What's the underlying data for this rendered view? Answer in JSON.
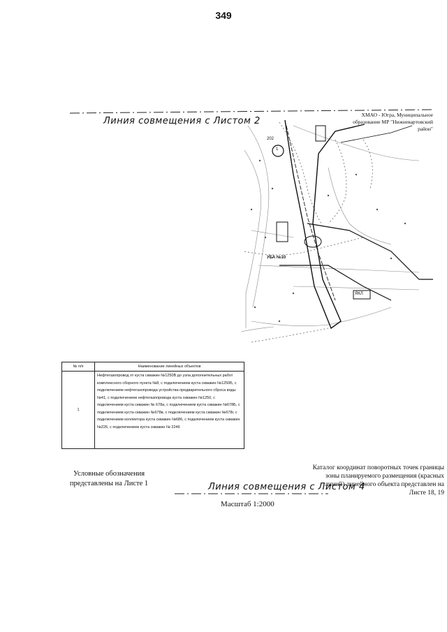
{
  "page_number": "349",
  "match_line_top": "Линия совмещения с Листом 2",
  "match_line_bottom": "Линия совмещения с Листом 4",
  "scale": "Масштаб 1:2000",
  "legend_note": "Условные обозначения представлены на Листе 1",
  "catalog_note": "Каталог координат поворотных точек границы зоны планируемого размещения (красных линий) линейного объекта представлен на Листе 18, 19",
  "admin_label": "ХМАО - Югра, Муниципальное образование МР \"Нижневартовский район\"",
  "map_labels": {
    "point_marker": "1",
    "elevation": "202",
    "facility": "УБА №10",
    "km_mark": "ЯКЛ"
  },
  "table": {
    "headers": [
      "№ п/п",
      "Наименование линейных объектов"
    ],
    "rows": [
      {
        "num": "1",
        "desc": "Нефтегазопровод от куста скважин №1250В до узла дополнительных работ комплексного сборного пункта №8, с подключением куста скважин №1250Б, с подключением нефтегазопровода устройства предварительного сброса воды №41, с подключением нефтегазопровода куста скважин №1250, с подключением куста скважин № 678а, с подключением куста скважин №678Б, с подключением куста скважин №678в, с подключением куста скважин №678г, с подключением коллектора куста скважин №686, с подключением куста скважин №226, с подключением куста скважин № 2246"
      }
    ]
  }
}
